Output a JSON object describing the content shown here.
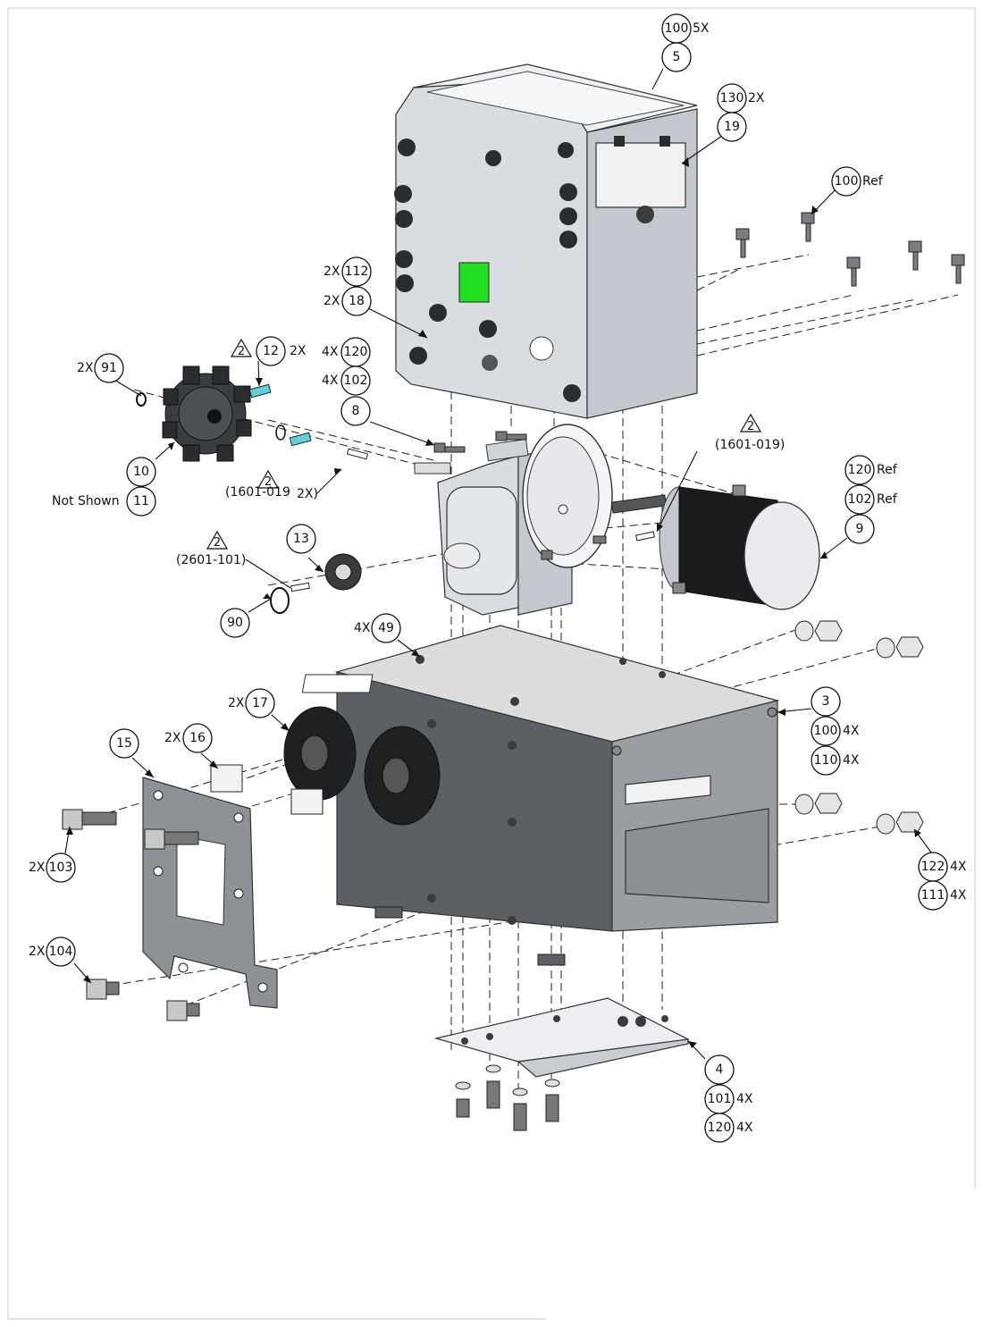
{
  "diagram": {
    "bubbles": [
      {
        "id": "b100-top",
        "num": "100",
        "suffix": "5X"
      },
      {
        "id": "b5",
        "num": "5"
      },
      {
        "id": "b130",
        "num": "130",
        "suffix": "2X"
      },
      {
        "id": "b19",
        "num": "19"
      },
      {
        "id": "b100ref",
        "num": "100",
        "suffix": "Ref"
      },
      {
        "id": "b112",
        "num": "112",
        "prefix": "2X"
      },
      {
        "id": "b18",
        "num": "18",
        "prefix": "2X"
      },
      {
        "id": "b12",
        "num": "12",
        "suffix": "2X"
      },
      {
        "id": "b91",
        "num": "91",
        "prefix": "2X"
      },
      {
        "id": "b120a",
        "num": "120",
        "prefix": "4X"
      },
      {
        "id": "b102a",
        "num": "102",
        "prefix": "4X"
      },
      {
        "id": "b8",
        "num": "8"
      },
      {
        "id": "b10",
        "num": "10"
      },
      {
        "id": "b11",
        "num": "11",
        "prefix": "Not Shown"
      },
      {
        "id": "b120ref",
        "num": "120",
        "suffix": "Ref"
      },
      {
        "id": "b102ref",
        "num": "102",
        "suffix": "Ref"
      },
      {
        "id": "b9",
        "num": "9"
      },
      {
        "id": "b13",
        "num": "13"
      },
      {
        "id": "b90",
        "num": "90"
      },
      {
        "id": "b49",
        "num": "49",
        "prefix": "4X"
      },
      {
        "id": "b3",
        "num": "3"
      },
      {
        "id": "b100b",
        "num": "100",
        "suffix": "4X"
      },
      {
        "id": "b110",
        "num": "110",
        "suffix": "4X"
      },
      {
        "id": "b17",
        "num": "17",
        "prefix": "2X"
      },
      {
        "id": "b15",
        "num": "15"
      },
      {
        "id": "b16",
        "num": "16",
        "prefix": "2X"
      },
      {
        "id": "b103",
        "num": "103",
        "prefix": "2X"
      },
      {
        "id": "b122",
        "num": "122",
        "suffix": "4X"
      },
      {
        "id": "b111",
        "num": "111",
        "suffix": "4X"
      },
      {
        "id": "b104",
        "num": "104",
        "prefix": "2X"
      },
      {
        "id": "b4",
        "num": "4"
      },
      {
        "id": "b101",
        "num": "101",
        "suffix": "4X"
      },
      {
        "id": "b120b",
        "num": "120",
        "suffix": "4X"
      }
    ],
    "revision_flags": [
      {
        "id": "rev-a",
        "mark": "2"
      },
      {
        "id": "rev-b",
        "mark": "2"
      },
      {
        "id": "rev-c",
        "mark": "2"
      },
      {
        "id": "rev-d",
        "mark": "2"
      }
    ],
    "notes": {
      "note_1601_a": "(1601-019)",
      "note_1601_b": "(1601-019",
      "note_2x": "2X)",
      "note_2601": "(2601-101)"
    },
    "colors": {
      "status_window": "#22e022",
      "roll_pin": "#5fd0dc"
    }
  }
}
